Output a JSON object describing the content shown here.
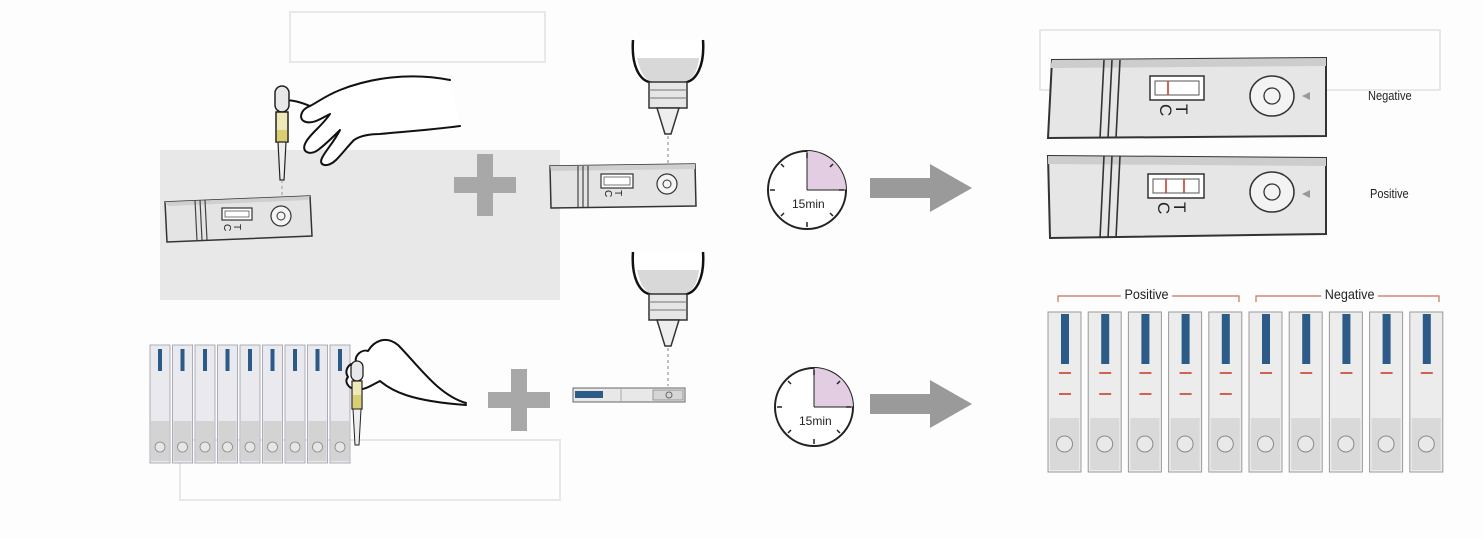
{
  "cassette": {
    "c_label": "C",
    "t_label": "T"
  },
  "timer_top": {
    "label": "15min"
  },
  "timer_bottom": {
    "label": "15min"
  },
  "results_top": [
    {
      "label": "Negative"
    },
    {
      "label": "Positive"
    }
  ],
  "results_bottom": {
    "positive_label": "Positive",
    "negative_label": "Negative",
    "strips": [
      {
        "group": "positive"
      },
      {
        "group": "positive"
      },
      {
        "group": "positive"
      },
      {
        "group": "positive"
      },
      {
        "group": "positive"
      },
      {
        "group": "negative"
      },
      {
        "group": "negative"
      },
      {
        "group": "negative"
      },
      {
        "group": "negative"
      },
      {
        "group": "negative"
      }
    ]
  },
  "colors": {
    "strip_band": "#2b5b86",
    "control_line": "#c8402c",
    "timer_fill": "#e3cde3",
    "arrow": "#9a9a9a",
    "plus": "#a8a8a8"
  },
  "icons": [
    "dropper-icon",
    "hand-icon",
    "bottle-icon",
    "cassette-icon",
    "timer-icon",
    "arrow-icon",
    "plus-icon",
    "strip-icon"
  ]
}
